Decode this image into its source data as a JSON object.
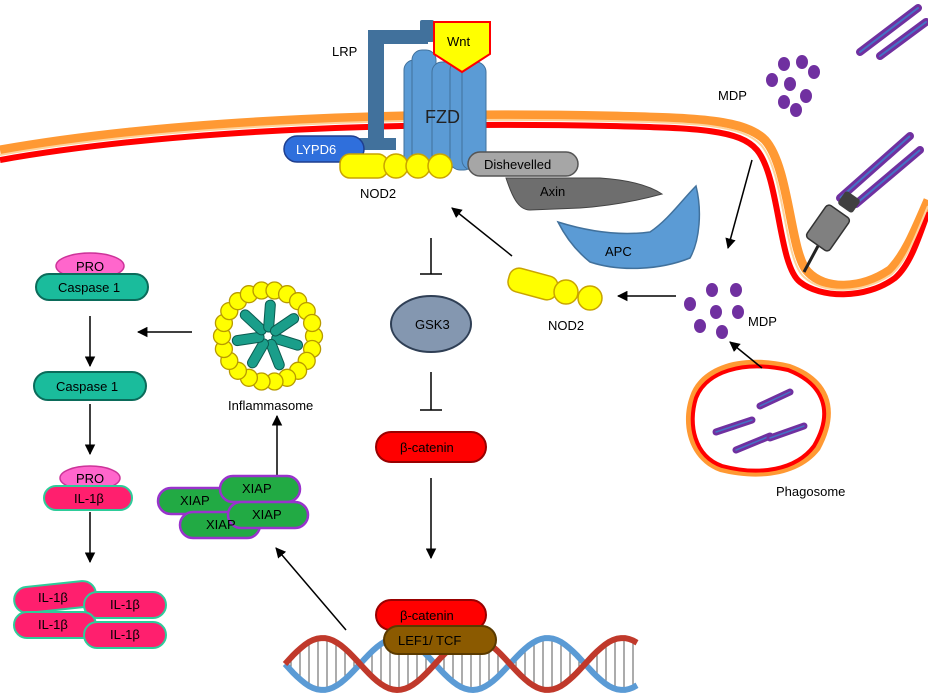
{
  "labels": {
    "lrp": "LRP",
    "wnt": "Wnt",
    "fzd": "FZD",
    "lypd6": "LYPD6",
    "nod2_top": "NOD2",
    "dishevelled": "Dishevelled",
    "axin": "Axin",
    "apc": "APC",
    "mdp_top": "MDP",
    "mdp_mid": "MDP",
    "gsk3": "GSK3",
    "nod2_mid": "NOD2",
    "pro_top": "PRO",
    "caspase1_pro": "Caspase 1",
    "caspase1": "Caspase 1",
    "pro_il": "PRO",
    "il1b_pro": "IL-1β",
    "inflammasome": "Inflammasome",
    "beta_catenin": "β-catenin",
    "xiap": [
      "XIAP",
      "XIAP",
      "XIAP",
      "XIAP"
    ],
    "il1b": [
      "IL-1β",
      "IL-1β",
      "IL-1β",
      "IL-1β"
    ],
    "phagosome": "Phagosome",
    "beta_catenin_dna": "β-catenin",
    "lef1_tcf": "LEF1/ TCF"
  },
  "colors": {
    "membrane_outer": "#ff9933",
    "membrane_inner": "#ff0000",
    "receptor_blue": "#5b9bd5",
    "lrp_blue": "#41719c",
    "nod2_yellow": "#ffff00",
    "lypd6_blue": "#2f6fdc",
    "dishevelled_grey": "#a6a6a6",
    "axin_grey": "#6e6e6e",
    "gsk3_grey": "#8497b0",
    "caspase_teal": "#1abc9c",
    "pro_pink": "#ff66cc",
    "il1b_magenta": "#ff1f6e",
    "xiap_green": "#22aa44",
    "xiap_border": "#9933cc",
    "beta_catenin_red": "#ff0000",
    "lef_brown": "#8b5a00",
    "mdp_purple": "#7030a0",
    "dna_blue": "#5b9bd5",
    "dna_red": "#c0392b"
  }
}
